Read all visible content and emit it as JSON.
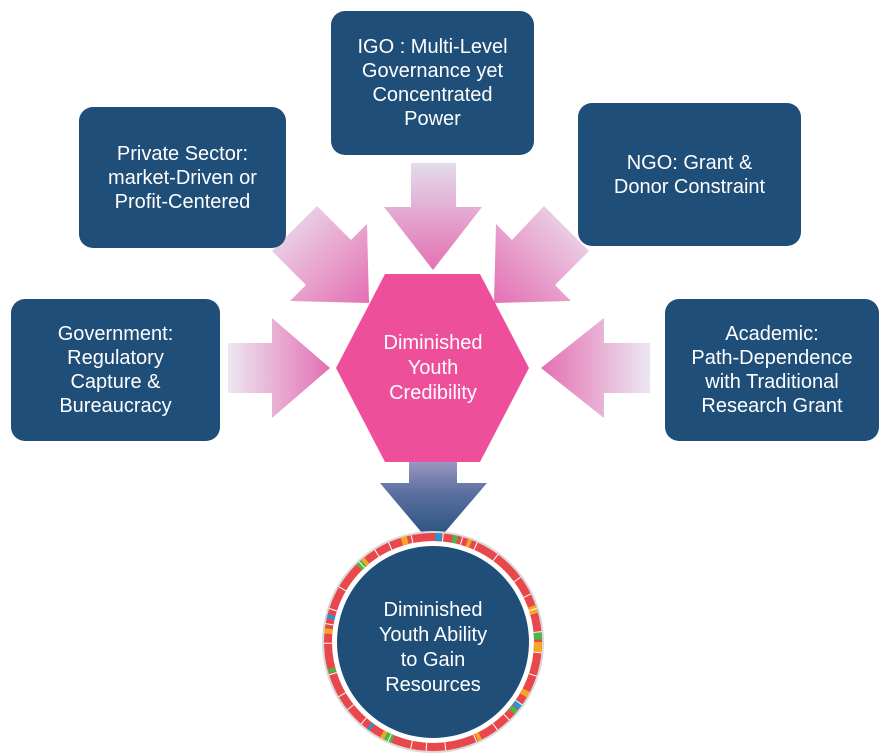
{
  "colors": {
    "box_fill": "#1f4e79",
    "center_fill": "#ee4f9b",
    "arrow_light": "#dcd6ea",
    "arrow_pink": "#e46fb3",
    "arrow_down_top": "#b6a3cf",
    "arrow_down_bottom": "#1f4e79",
    "ring": "#e8474c"
  },
  "icons": {
    "sdg_ring": "sdg-wheel-icon"
  },
  "boxes": {
    "igo": "IGO : Multi-Level\nGovernance yet\nConcentrated\nPower",
    "private": "Private Sector:\nmarket-Driven or\nProfit-Centered",
    "ngo": "NGO: Grant &\nDonor Constraint",
    "government": "Government:\nRegulatory\nCapture &\nBureaucracy",
    "academic": "Academic:\nPath-Dependence\nwith Traditional\nResearch Grant"
  },
  "center": {
    "label": "Diminished\nYouth\nCredibility"
  },
  "outcome": {
    "label": "Diminished\nYouth Ability\nto Gain\nResources"
  }
}
